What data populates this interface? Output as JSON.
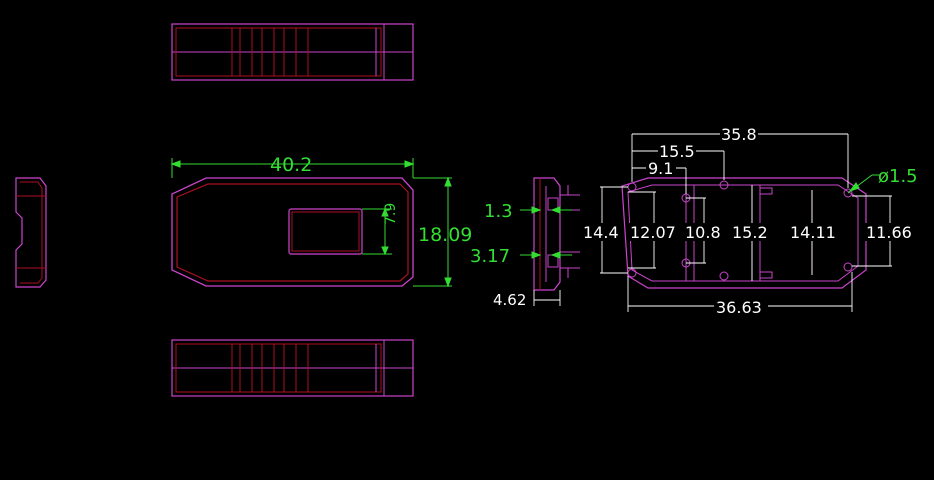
{
  "colors": {
    "background": "#000000",
    "outline": "#cc44cc",
    "inner": "#aa1122",
    "dimension_green": "#33dd33",
    "dimension_white": "#ffffff"
  },
  "labels": {
    "length": "40.2",
    "width": "18.09",
    "window_height": "7.9",
    "lip": "1.3",
    "step": "3.17",
    "thickness": "4.62",
    "span_total_top": "35.8",
    "span_mid_top": "15.5",
    "span_small_top": "9.1",
    "hole_diameter": "ø1.5",
    "h_14_4": "14.4",
    "h_12_07": "12.07",
    "h_10_8": "10.8",
    "h_15_2": "15.2",
    "h_14_11": "14.11",
    "h_11_66": "11.66",
    "span_total_bottom": "36.63"
  }
}
